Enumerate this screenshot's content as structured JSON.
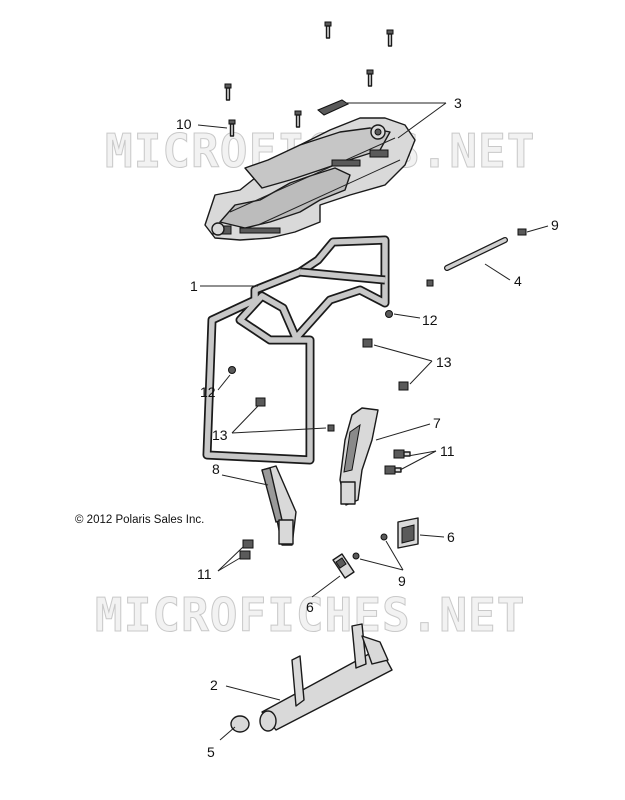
{
  "diagram": {
    "watermark_text": "MICROFICHES.NET",
    "copyright": "© 2012 Polaris Sales Inc.",
    "callouts": [
      "1",
      "2",
      "3",
      "4",
      "5",
      "6",
      "6",
      "7",
      "8",
      "9",
      "9",
      "10",
      "11",
      "11",
      "12",
      "12",
      "13",
      "13"
    ],
    "parts": {
      "p1": "1",
      "p2": "2",
      "p3": "3",
      "p4": "4",
      "p5": "5",
      "p6a": "6",
      "p6b": "6",
      "p7": "7",
      "p8": "8",
      "p9a": "9",
      "p9b": "9",
      "p10": "10",
      "p11a": "11",
      "p11b": "11",
      "p12a": "12",
      "p12b": "12",
      "p13a": "13",
      "p13b": "13"
    }
  }
}
